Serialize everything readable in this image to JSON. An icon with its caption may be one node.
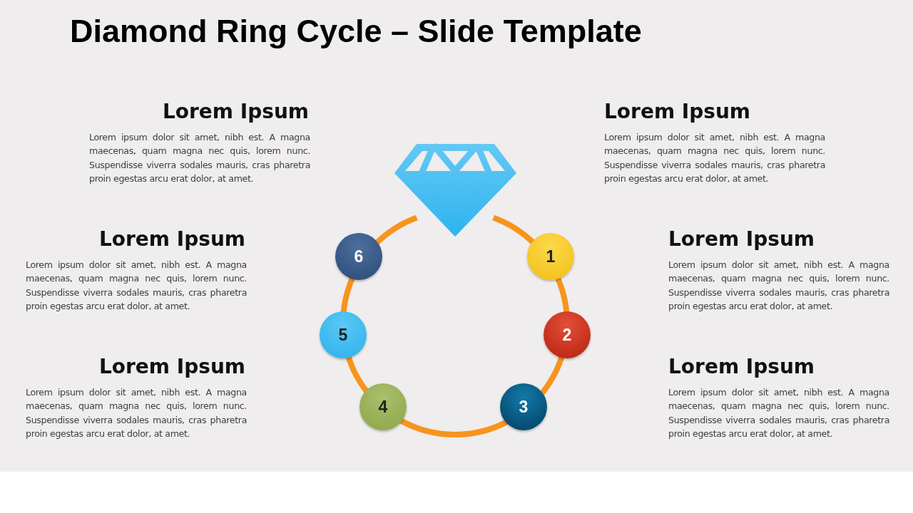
{
  "diagram": {
    "title": "Diamond Ring Cycle – Slide Template",
    "nodes": [
      {
        "text": [
          "1"
        ]
      },
      {
        "text": [
          "2"
        ]
      },
      {
        "text": [
          "3"
        ]
      },
      {
        "text": [
          "4"
        ]
      },
      {
        "text": [
          "5"
        ]
      },
      {
        "text": [
          "6"
        ]
      }
    ],
    "labels": [
      "Lorem Ipsum",
      "Lorem ipsum dolor sit amet, nibh est. A magna maecenas, quam magna nec quis, lorem nunc. Suspendisse viverra sodales mauris, cras pharetra proin egestas arcu erat dolor, at amet.",
      "Lorem Ipsum",
      "Lorem ipsum dolor sit amet, nibh est. A magna maecenas, quam magna nec quis, lorem nunc. Suspendisse viverra sodales mauris, cras pharetra proin egestas arcu erat dolor, at amet.",
      "Lorem Ipsum",
      "Lorem ipsum dolor sit amet, nibh est. A magna maecenas, quam magna nec quis, lorem nunc. Suspendisse viverra sodales mauris, cras pharetra proin egestas arcu erat dolor, at amet.",
      "Lorem Ipsum",
      "Lorem ipsum dolor sit amet, nibh est. A magna maecenas, quam magna nec quis, lorem nunc. Suspendisse viverra sodales mauris, cras pharetra proin egestas arcu erat dolor, at amet.",
      "Lorem Ipsum",
      "Lorem ipsum dolor sit amet, nibh est. A magna maecenas, quam magna nec quis, lorem nunc. Suspendisse viverra sodales mauris, cras pharetra proin egestas arcu erat dolor, at amet.",
      "Lorem Ipsum",
      "Lorem ipsum dolor sit amet, nibh est. A magna maecenas, quam magna nec quis, lorem nunc. Suspendisse viverra sodales mauris, cras pharetra proin egestas arcu erat dolor, at amet."
    ]
  }
}
